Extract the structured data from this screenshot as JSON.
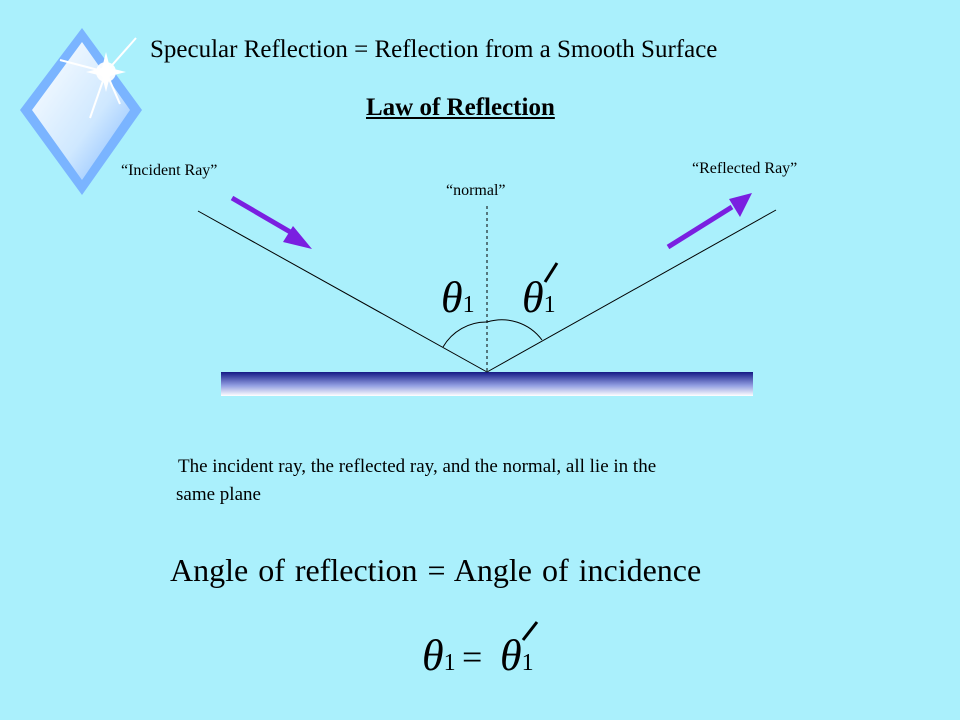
{
  "slide": {
    "title": "Specular Reflection = Reflection from a Smooth Surface",
    "subtitle": "Law of Reflection"
  },
  "diagram": {
    "incident_label": "“Incident Ray”",
    "normal_label": "“normal”",
    "reflected_label": "“Reflected Ray”",
    "theta_symbol": "θ",
    "subscript": "1",
    "prime_mark": "/",
    "ray_color": "#7a1fe0",
    "surface_gradient": [
      "#1a1f8c",
      "#ffffff"
    ]
  },
  "statement": {
    "line1": "The incident ray, the reflected ray, and the normal, all lie in the",
    "line2": "same plane"
  },
  "law": {
    "text": "Angle of reflection = Angle of incidence",
    "eq_symbol": "=",
    "eq_left_theta": "θ",
    "eq_left_sub": "1",
    "eq_right_theta": "θ",
    "eq_right_sub": "1"
  }
}
